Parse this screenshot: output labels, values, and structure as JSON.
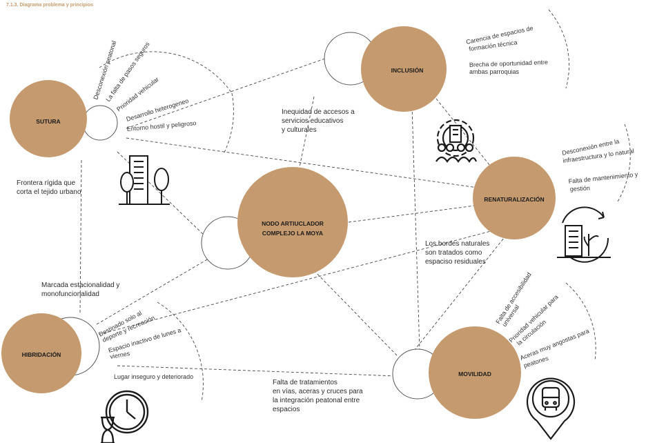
{
  "header": {
    "title": "7.1.3. Diagrama problema y principios"
  },
  "colors": {
    "node_fill": "#c59a6e",
    "line": "#444444",
    "ring": "#555555"
  },
  "nodes": {
    "sutura": "SUTURA",
    "inclusion": "INCLUSIÓN",
    "renaturalizacion": "RENATURALIZACIÓN",
    "nodo_l1": "NODO ARTIUCLADOR",
    "nodo_l2": "COMPLEJO LA MOYA",
    "hibridacion": "HIBRIDACIÓN",
    "movilidad": "MOVILIDAD"
  },
  "problems": {
    "sutura": [
      "Desconexión peatonal",
      "La falta de pasos seguros",
      "Prioridad vehicular",
      "Desarrollo heterogeneo",
      "Entorno hostil y peligroso"
    ],
    "inclusion": [
      "Carencia de espacios de",
      "formación técnica",
      "Brecha de oportunidad entre",
      "ambas parroquias"
    ],
    "renaturalizacion": [
      "Desconexión entre la",
      "infraestructura y lo natural",
      "Falta de mantenimiento y",
      "gestión"
    ],
    "hibridacion": [
      "Destinado solo al",
      "deporte y recreación",
      "Espacio inactivo de lunes a",
      "viernes",
      "Lugar inseguro y deteriorado"
    ],
    "movilidad": [
      "Falta de accesibilidad",
      "universal",
      "Prioridad vehicular para",
      "la circulación",
      "Aceras muy angostas para",
      "peatones"
    ]
  },
  "labels": {
    "frontera": [
      "Frontera rígida que",
      "corta el tejido urbano"
    ],
    "inequidad": [
      "Inequidad de accesos a",
      "servicios educativos",
      "y culturales"
    ],
    "bordes": [
      "Los bordes naturales",
      "son tratados como",
      "espaciso residuales"
    ],
    "marcada": [
      "Marcada estacionalidad y",
      "monofuncionalidad"
    ],
    "falta": [
      "Falta de tratamientos",
      "en vías, aceras y cruces para",
      "la integración peatonal entre",
      "espacios"
    ]
  },
  "icons": [
    "buildings-trees-icon",
    "community-gear-icon",
    "renewable-building-icon",
    "clock-hourglass-icon",
    "bus-location-icon"
  ]
}
